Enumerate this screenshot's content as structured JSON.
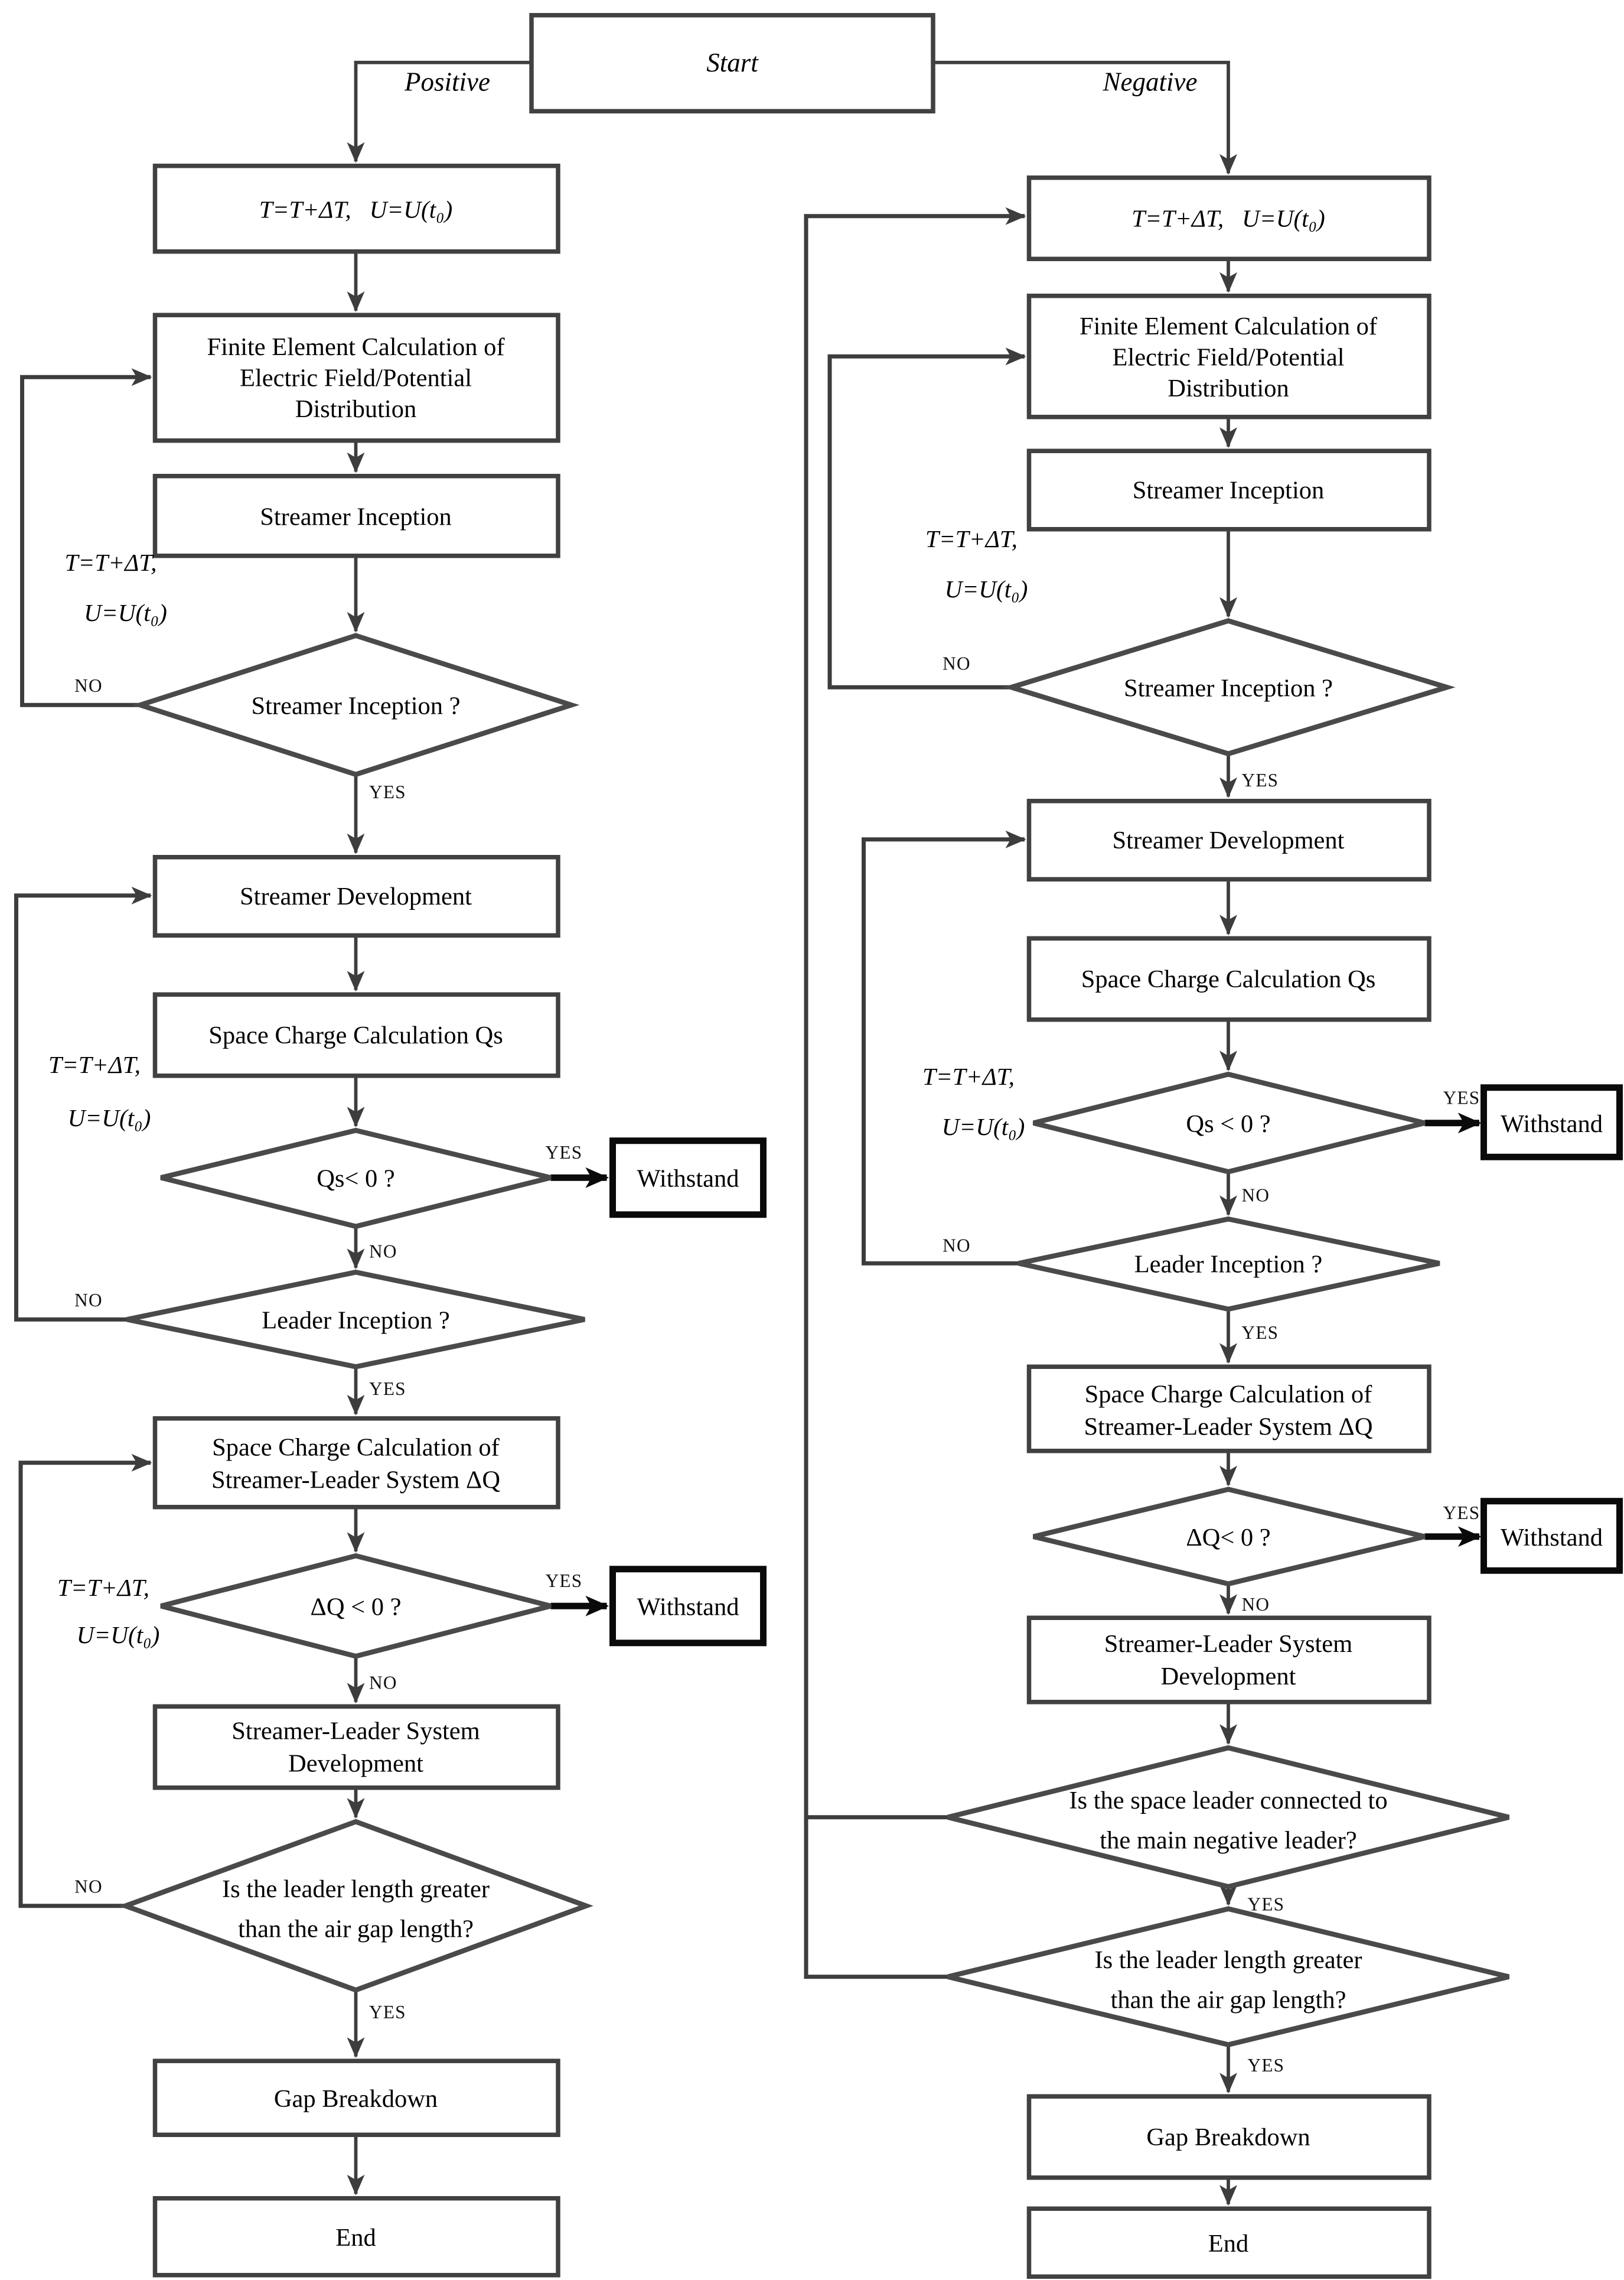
{
  "colors": {
    "line": "#3d3d3d",
    "emphasis": "#0a0a0a",
    "background": "#ffffff",
    "text": "#000000"
  },
  "start": {
    "label": "Start",
    "positive": "Positive",
    "negative": "Negative"
  },
  "labels": {
    "yes": "YES",
    "no": "NO",
    "tstep1": "T=T+ΔT,",
    "tstep2": "U=U(t₀)"
  },
  "left": {
    "time_update": "T=T+ΔT,   U=U(t₀)",
    "fem": [
      "Finite Element Calculation of",
      "Electric Field/Potential",
      "Distribution"
    ],
    "streamer_inception": "Streamer Inception",
    "streamer_inception_q": "Streamer Inception ?",
    "streamer_development": "Streamer Development",
    "space_charge_qs": "Space Charge Calculation Qs",
    "qs_check": "Qs< 0 ?",
    "withstand": "Withstand",
    "leader_inception_q": "Leader Inception ?",
    "space_charge_dq": [
      "Space Charge Calculation of",
      "Streamer-Leader System ΔQ"
    ],
    "dq_check": "ΔQ < 0 ?",
    "sls_development": [
      "Streamer-Leader System",
      "Development"
    ],
    "leader_length_q": [
      "Is the leader length greater",
      "than the air gap length?"
    ],
    "gap_breakdown": "Gap Breakdown",
    "end": "End"
  },
  "right": {
    "time_update": "T=T+ΔT,   U=U(t₀)",
    "fem": [
      "Finite Element Calculation of",
      "Electric Field/Potential",
      "Distribution"
    ],
    "streamer_inception": "Streamer Inception",
    "streamer_inception_q": "Streamer Inception ?",
    "streamer_development": "Streamer Development",
    "space_charge_qs": "Space Charge Calculation Qs",
    "qs_check": "Qs < 0 ?",
    "withstand": "Withstand",
    "leader_inception_q": "Leader Inception ?",
    "space_charge_dq": [
      "Space Charge Calculation of",
      "Streamer-Leader System ΔQ"
    ],
    "dq_check": "ΔQ< 0 ?",
    "sls_development": [
      "Streamer-Leader System",
      "Development"
    ],
    "space_leader_q": [
      "Is the space leader connected to",
      "the main negative leader?"
    ],
    "leader_length_q": [
      "Is the leader length greater",
      "than the air gap length?"
    ],
    "gap_breakdown": "Gap Breakdown",
    "end": "End"
  }
}
